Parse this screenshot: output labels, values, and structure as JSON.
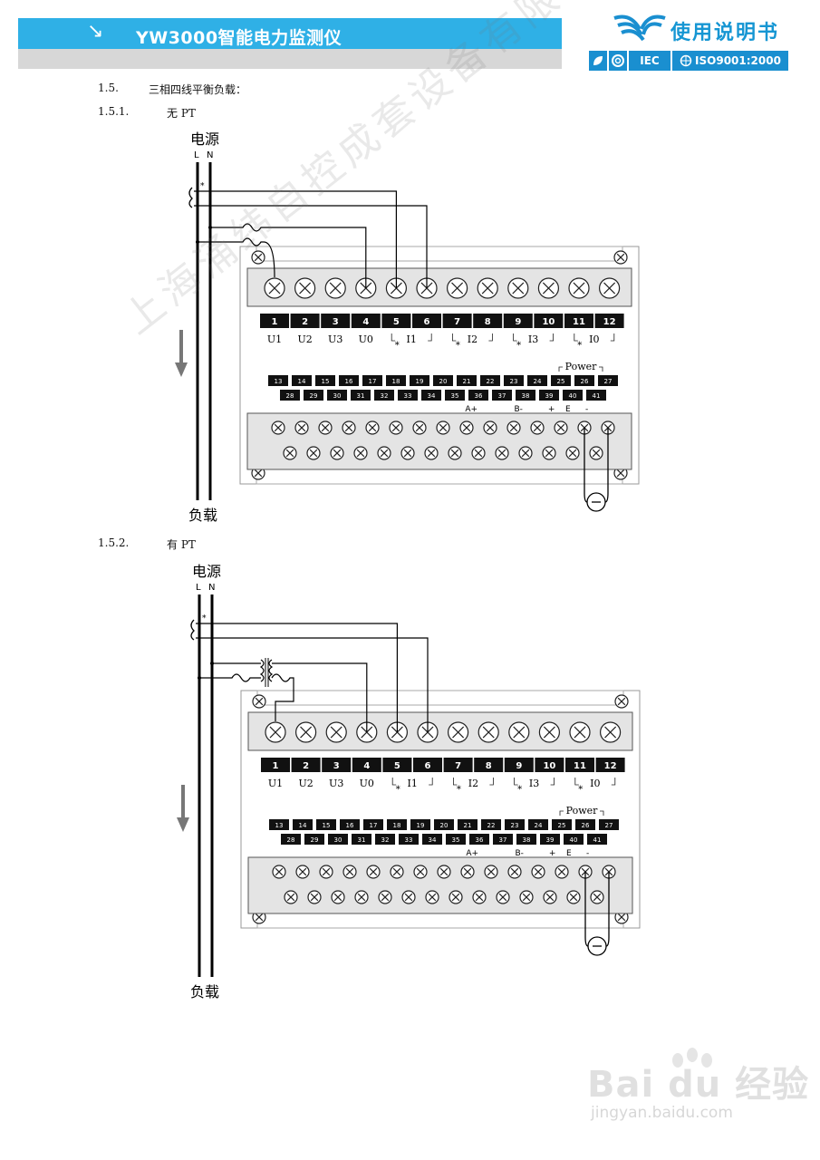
{
  "header": {
    "arrow": "↘",
    "title": "YW3000智能电力监测仪",
    "manual": "使用说明书",
    "badges": [
      "IEC",
      "ISO9001:2000"
    ]
  },
  "sections": [
    {
      "num": "1.5.",
      "text": "三相四线平衡负载："
    },
    {
      "num": "1.5.1.",
      "text": "无 PT"
    },
    {
      "num": "1.5.2.",
      "text": "有 PT"
    }
  ],
  "diagram": {
    "source_label": "电源",
    "load_label": "负载",
    "line_labels": [
      "L",
      "N"
    ],
    "top_terminals": [
      "1",
      "2",
      "3",
      "4",
      "5",
      "6",
      "7",
      "8",
      "9",
      "10",
      "11",
      "12"
    ],
    "signal_labels": [
      "U1",
      "U2",
      "U3",
      "U0",
      "I1",
      "I2",
      "I3",
      "I0"
    ],
    "power_label": "Power",
    "bottom_row1": [
      "13",
      "14",
      "15",
      "16",
      "17",
      "18",
      "19",
      "20",
      "21",
      "22",
      "23",
      "24",
      "25",
      "26",
      "27"
    ],
    "bottom_row2": [
      "28",
      "29",
      "30",
      "31",
      "32",
      "33",
      "34",
      "35",
      "36",
      "37",
      "38",
      "39",
      "40",
      "41"
    ],
    "comm_labels": [
      "A+",
      "B-",
      "+",
      "E",
      "-"
    ],
    "star": "*"
  },
  "watermark": "上海涌纬自控成套设备有限公司 www.yongwei.sh.cn",
  "footer": {
    "brand": "Bai du 经验",
    "url": "jingyan.baidu.com"
  }
}
